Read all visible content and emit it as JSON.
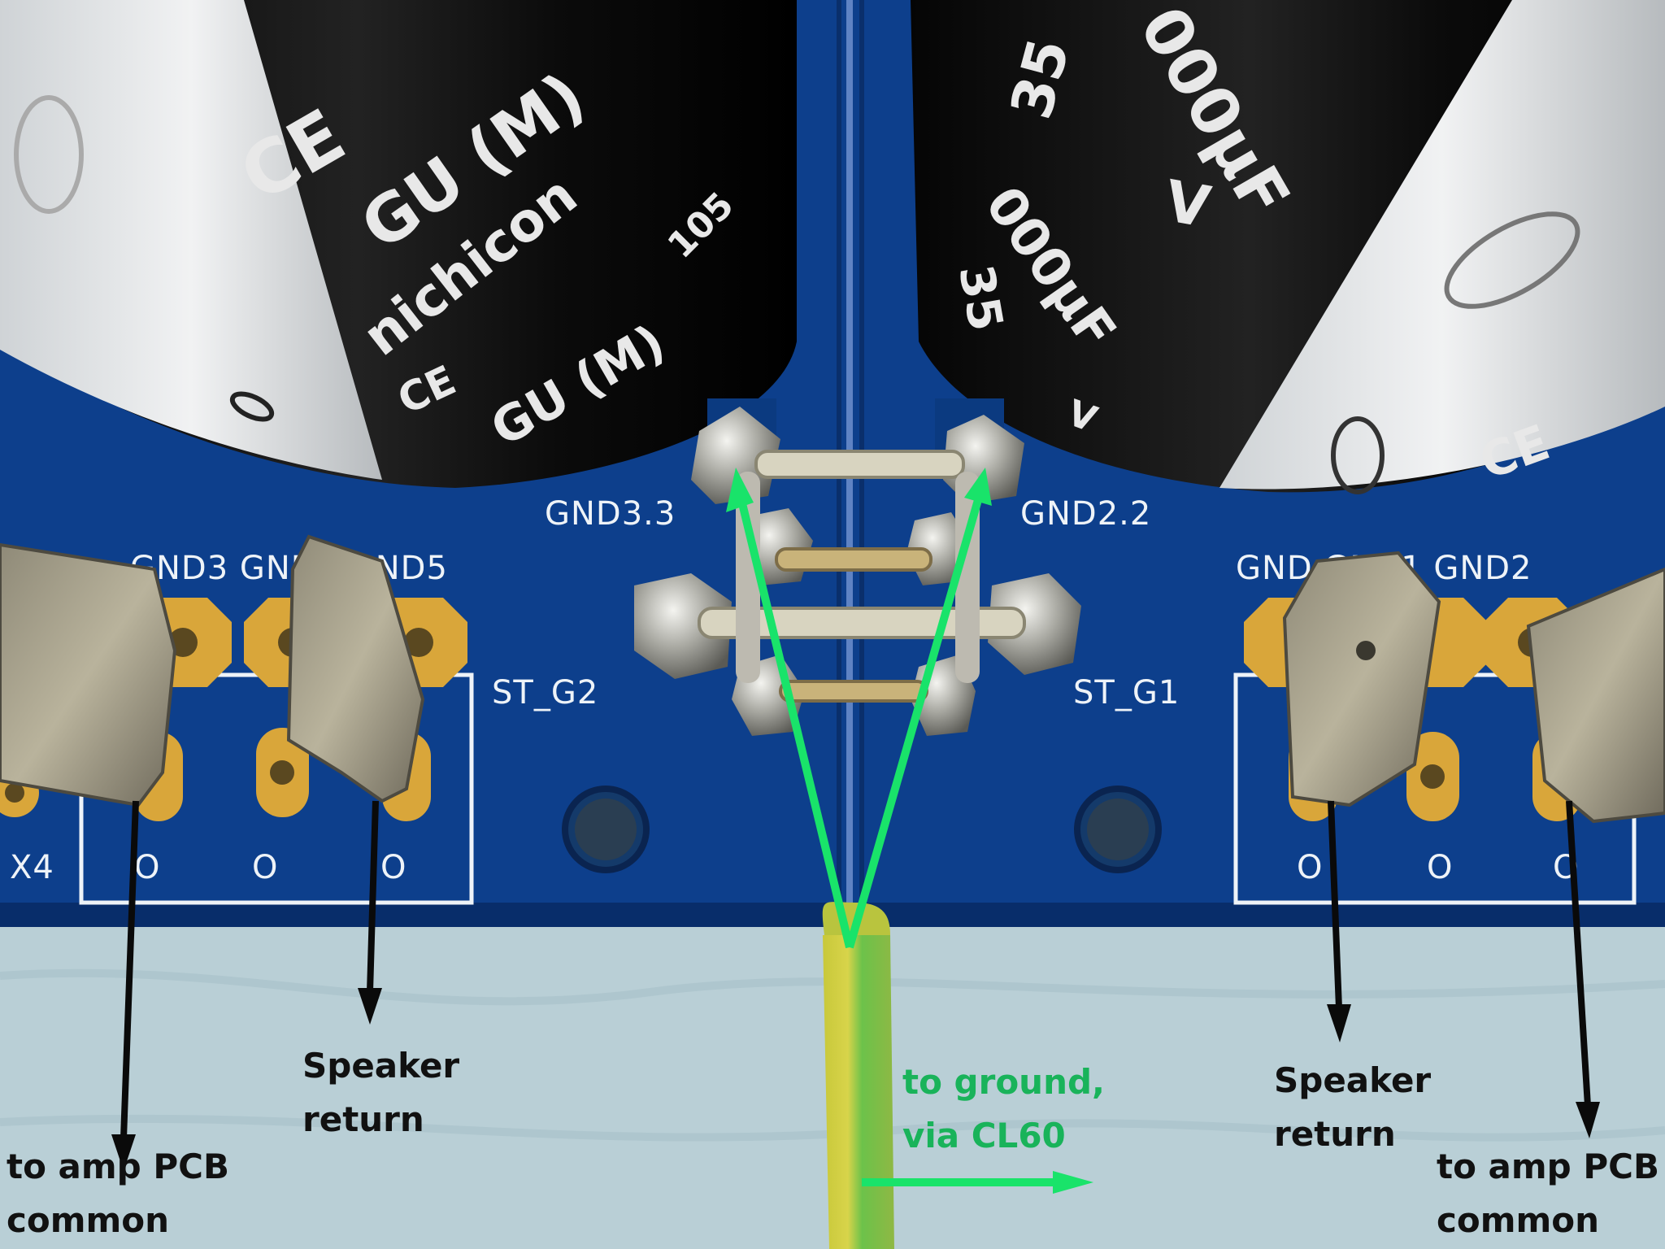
{
  "annotations": {
    "left_common": "to amp PCB\ncommon",
    "left_speaker": "Speaker\nreturn",
    "ground": "to ground,\nvia CL60",
    "right_speaker": "Speaker\nreturn",
    "right_common": "to amp PCB\ncommon"
  },
  "silkscreen": {
    "gnd33": "GND3.3",
    "gnd22": "GND2.2",
    "gnd_left_row": "GND3 GND4 GND5",
    "gnd_right_row": "GND  GND1 GND2",
    "st_g2": "ST_G2",
    "st_g1": "ST_G1",
    "x4": "X4",
    "ring_o": "O"
  },
  "capacitor_print": {
    "left": [
      "CE",
      "GU (M)",
      "nichicon",
      "105",
      "CE",
      "GU (M)"
    ],
    "right": [
      "35",
      "000μF",
      "V",
      "000μF",
      "35",
      "V",
      "CE"
    ]
  },
  "colors": {
    "pcb": "#0d3f8c",
    "pcb_dark": "#082d6a",
    "copper": "#d9a63a",
    "annotation_green": "#19e36a",
    "annotation_black": "#0a0a0a",
    "wire_yellow": "#c8c83a",
    "wire_green": "#6cc24a",
    "mat": "#b9cfd6"
  }
}
